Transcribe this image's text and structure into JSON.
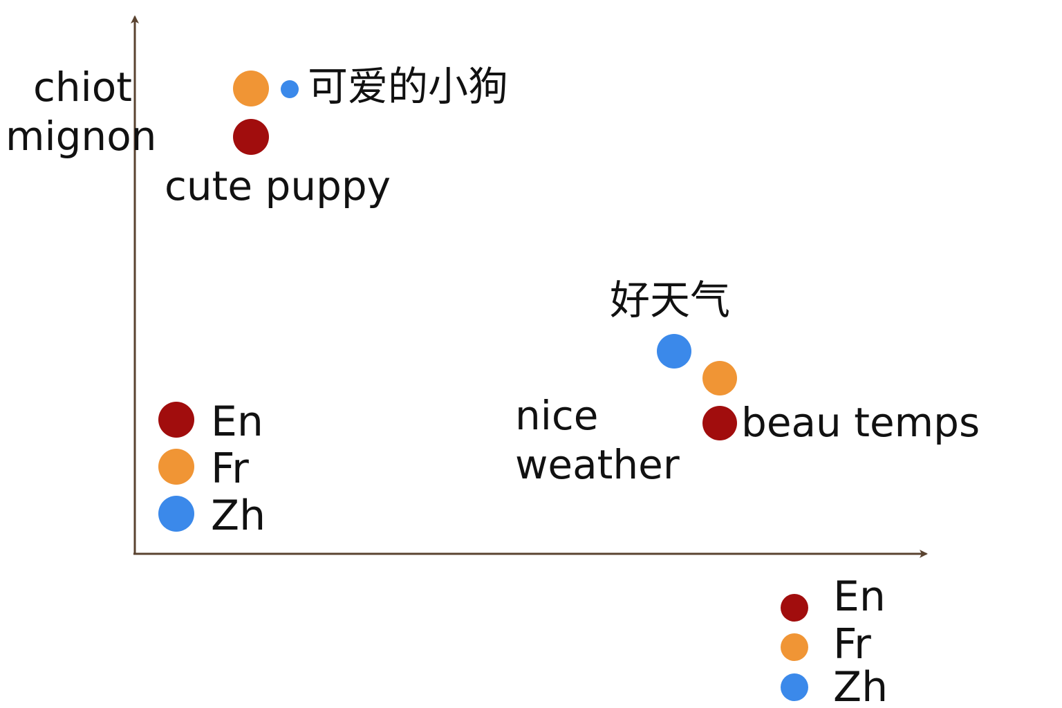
{
  "colors": {
    "En": "#a10d0d",
    "Fr": "#f09535",
    "Zh": "#3b89ea",
    "axis": "#5a4330"
  },
  "clusters": {
    "puppy": {
      "fr_label": [
        "chiot",
        "mignon"
      ],
      "en_label": "cute puppy",
      "zh_label": "可爱的小狗"
    },
    "weather": {
      "zh_label": "好天气",
      "en_label": [
        "nice",
        "weather"
      ],
      "fr_label": "beau temps"
    }
  },
  "legend_inside": [
    {
      "lang": "En",
      "label": "En"
    },
    {
      "lang": "Fr",
      "label": "Fr"
    },
    {
      "lang": "Zh",
      "label": "Zh"
    }
  ],
  "legend_outside": [
    {
      "lang": "En",
      "label": "En"
    },
    {
      "lang": "Fr",
      "label": "Fr"
    },
    {
      "lang": "Zh",
      "label": "Zh"
    }
  ]
}
